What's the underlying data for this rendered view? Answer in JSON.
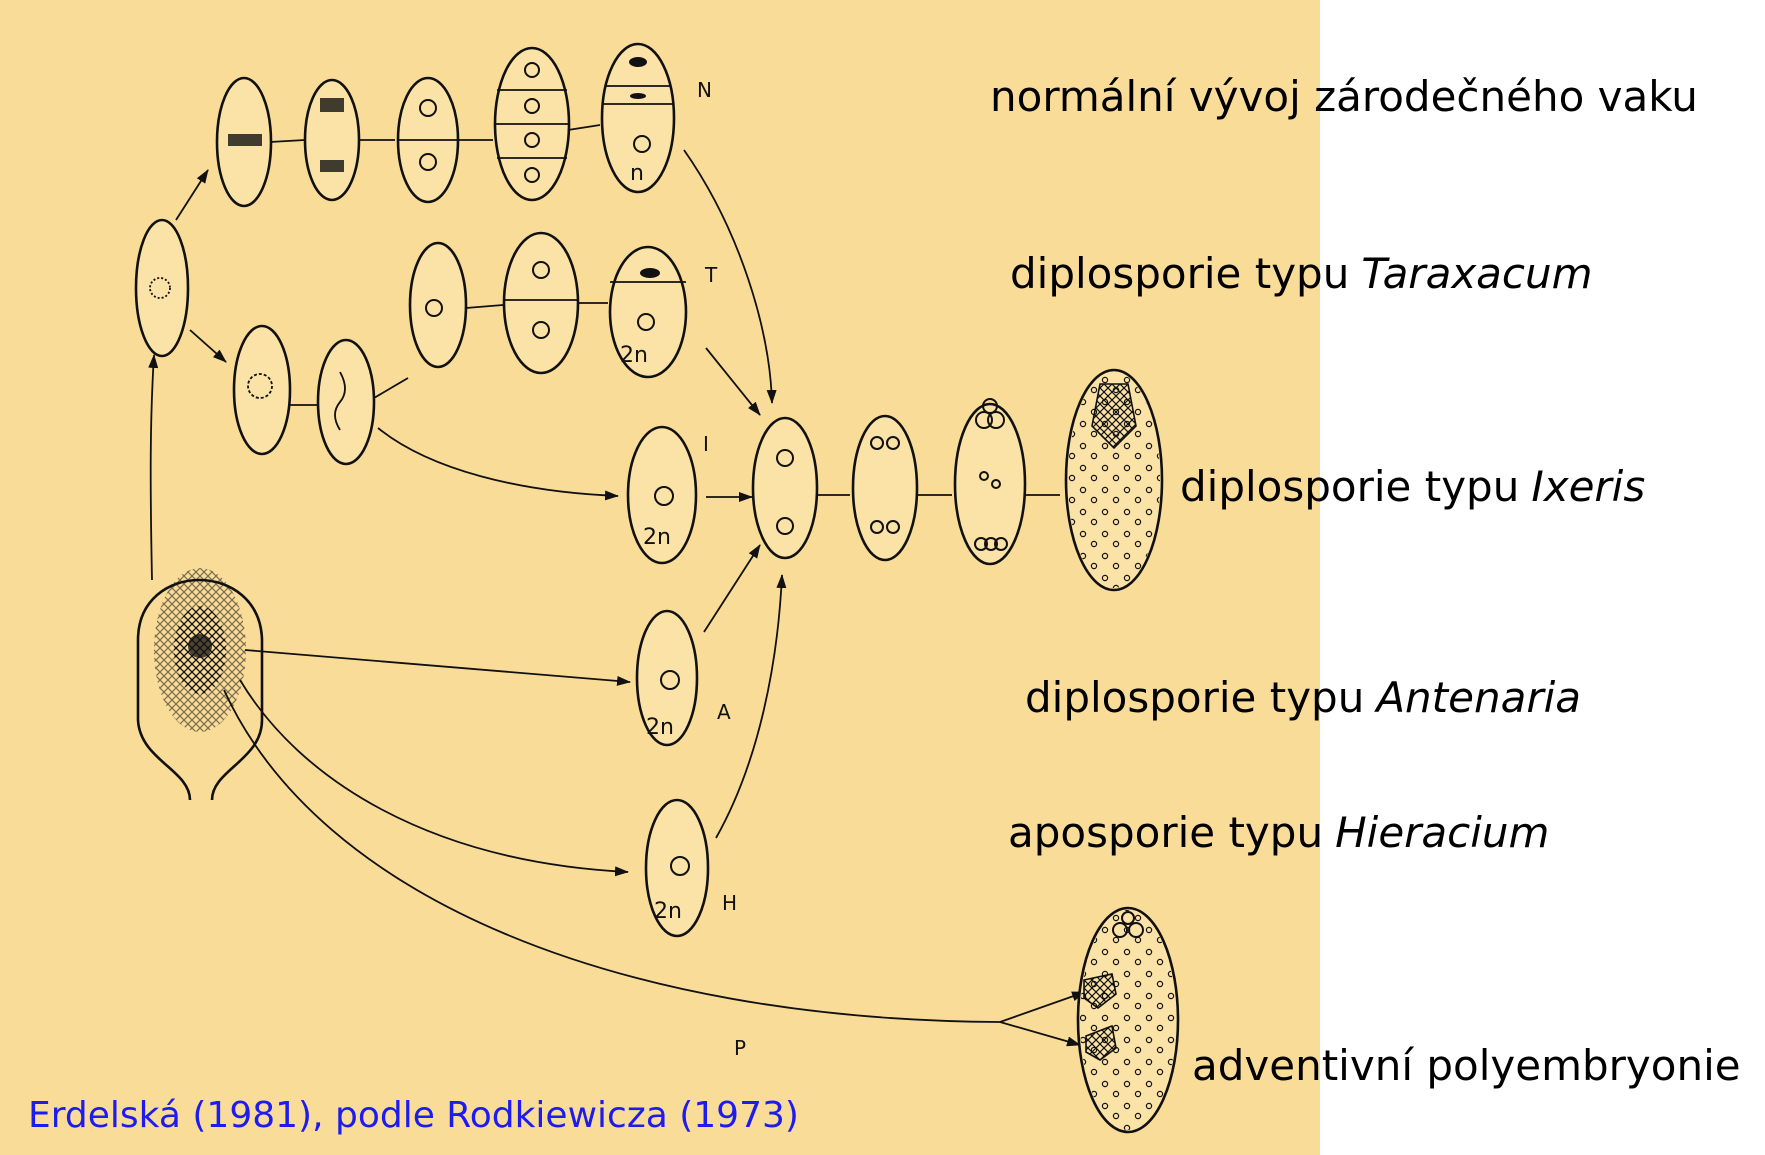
{
  "labels": {
    "normal": "normální vývoj zárodečného vaku",
    "taraxacum_prefix": "diplosporie typu",
    "taraxacum_name": "Taraxacum",
    "ixeris_prefix": "diplosporie typu",
    "ixeris_name": "Ixeris",
    "antenaria_prefix": "diplosporie typu",
    "antenaria_name": "Antenaria",
    "hieracium_prefix": "aposporie typu",
    "hieracium_name": "Hieracium",
    "adventive": "adventivní polyembryonie"
  },
  "credit": "Erdelská (1981), podle Rodkiewicza (1973)",
  "diagram_letters": {
    "N": "N",
    "T": "T",
    "I": "I",
    "A": "A",
    "H": "H",
    "P": "P"
  },
  "ploidy": {
    "haploid": "n",
    "diploid": "2n"
  },
  "colors": {
    "scan_background": "#fadc99",
    "credit_text": "#1c1cf0"
  }
}
